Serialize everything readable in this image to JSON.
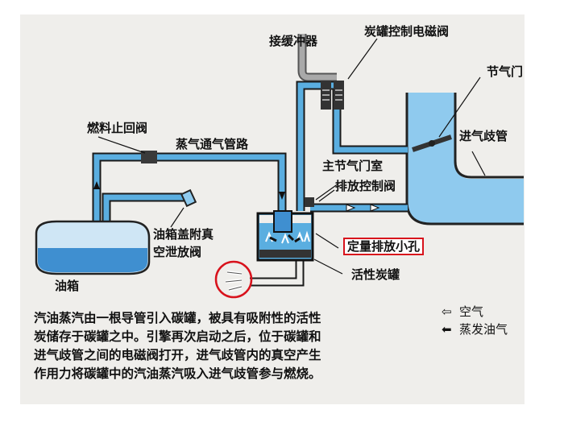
{
  "labels": {
    "buffer": "接缓冲器",
    "purge_solenoid": "炭罐控制电磁阀",
    "throttle": "节气门",
    "fuel_check_valve": "燃料止回阀",
    "vapor_line": "蒸气通气管路",
    "intake_manifold": "进气歧管",
    "main_throttle_chamber": "主节气门室",
    "purge_control_valve": "排放控制阀",
    "metered_orifice": "定量排放小孔",
    "filler_cap_valve_line1": "油箱盖附真",
    "filler_cap_valve_line2": "空泄放阀",
    "fuel_tank": "油箱",
    "canister": "活性炭罐"
  },
  "description": [
    "汽油蒸汽由一根导管引入碳罐，被具有吸附性的活性",
    "炭储存于碳罐之中。引擎再次启动之后，位于碳罐和",
    "进气歧管之间的电磁阀打开，进气歧管内的真空产生",
    "作用力将碳罐中的汽油蒸汽吸入进气歧管参与燃烧。"
  ],
  "legend": [
    {
      "icon": "hollow-arrow-left-icon",
      "label": "空气"
    },
    {
      "icon": "solid-arrow-left-icon",
      "label": "蒸发油气"
    }
  ],
  "colors": {
    "pipe": "#5aaee0",
    "fluid": "#3f8fd0",
    "highlight": "#d8121c",
    "background": "#efeeeb"
  }
}
